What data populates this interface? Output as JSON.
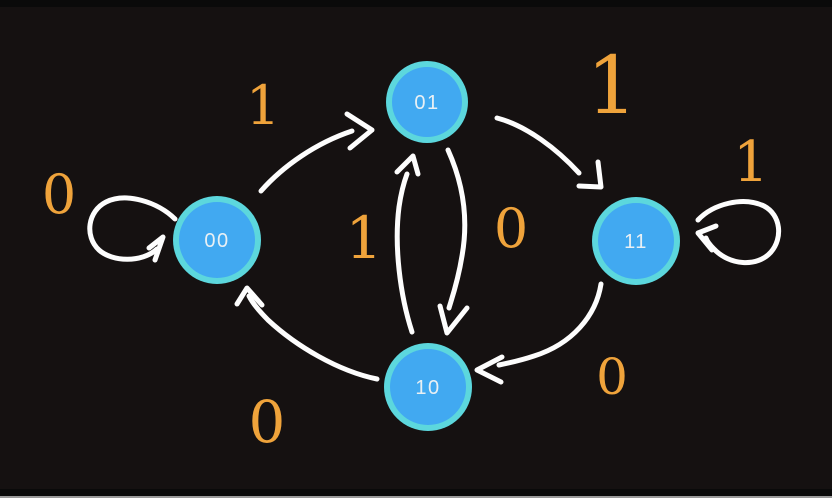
{
  "diagram": {
    "type": "state-machine",
    "states": [
      {
        "id": "00",
        "label": "00"
      },
      {
        "id": "01",
        "label": "01"
      },
      {
        "id": "10",
        "label": "10"
      },
      {
        "id": "11",
        "label": "11"
      }
    ],
    "transitions": [
      {
        "from": "00",
        "to": "00",
        "label": "0"
      },
      {
        "from": "00",
        "to": "01",
        "label": "1"
      },
      {
        "from": "01",
        "to": "11",
        "label": "1"
      },
      {
        "from": "01",
        "to": "10",
        "label": "0"
      },
      {
        "from": "10",
        "to": "01",
        "label": "1"
      },
      {
        "from": "10",
        "to": "00",
        "label": "0"
      },
      {
        "from": "11",
        "to": "10",
        "label": "0"
      },
      {
        "from": "11",
        "to": "11",
        "label": "1"
      }
    ],
    "colors": {
      "background": "#151111",
      "node_fill": "#41a9f1",
      "node_ring": "#5cd7dd",
      "node_text": "#e9f0f4",
      "arrow": "#fdfdfd",
      "label": "#efa33b"
    }
  }
}
